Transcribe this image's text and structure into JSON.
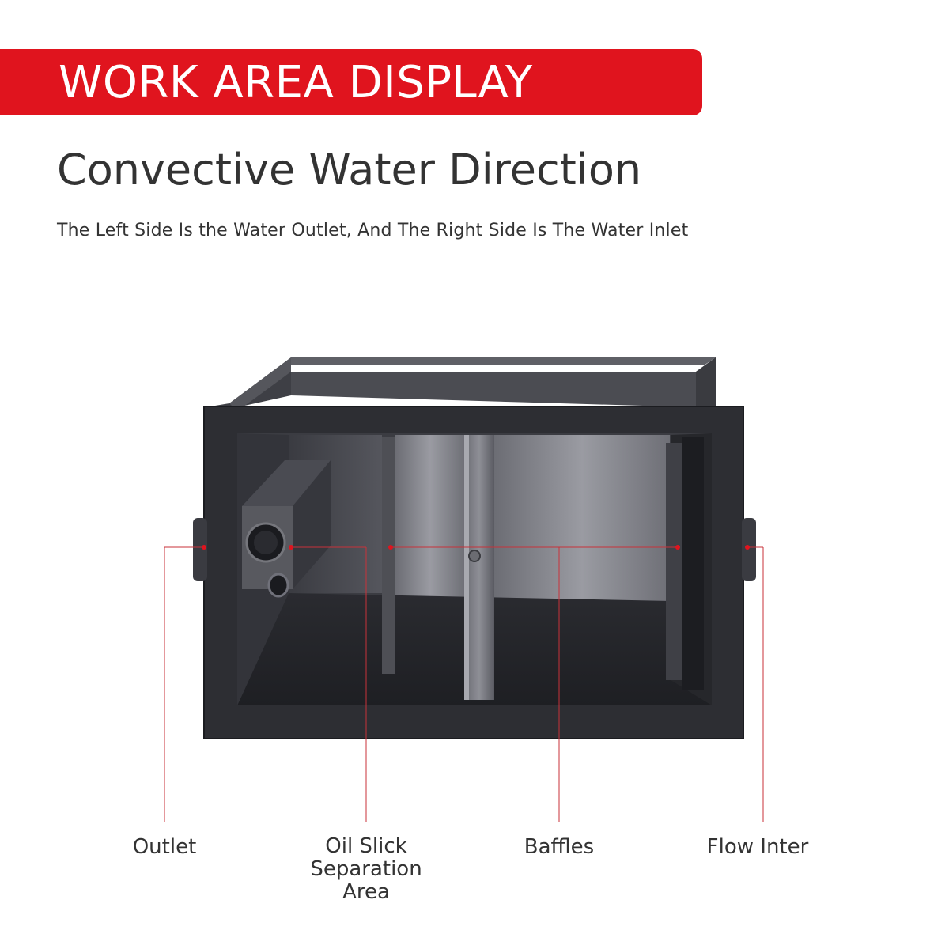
{
  "banner": {
    "text": "WORK AREA DISPLAY"
  },
  "heading": {
    "title": "Convective Water Direction",
    "subtitle": "The Left Side Is the Water Outlet, And The Right Side Is The Water Inlet"
  },
  "callouts": [
    {
      "label": "Outlet"
    },
    {
      "label": "Oil Slick Separation Area"
    },
    {
      "label": "Baffles"
    },
    {
      "label": "Flow Inter"
    }
  ],
  "colors": {
    "accent": "#e0141e",
    "text": "#333333",
    "tank_dark": "#2d2e33",
    "tank_mid": "#4a4b52",
    "tank_light": "#8a8b92"
  }
}
